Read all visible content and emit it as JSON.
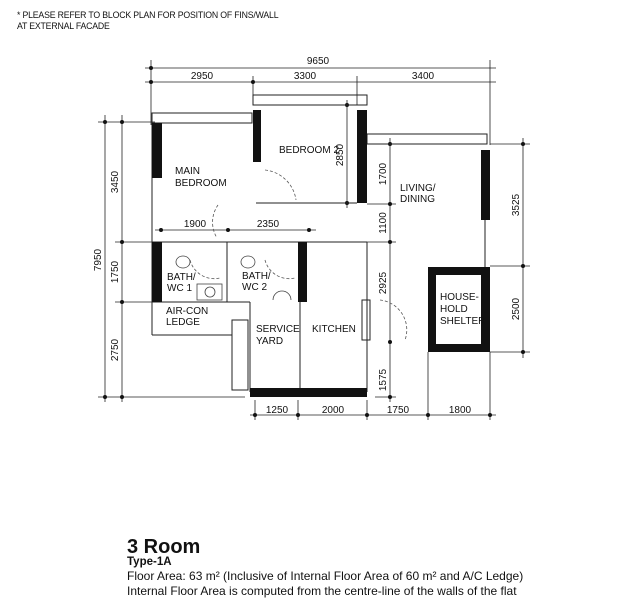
{
  "note": {
    "line1": "* PLEASE REFER TO BLOCK PLAN FOR POSITION  OF FINS/WALL",
    "line2": "AT EXTERNAL FACADE"
  },
  "dimensions": {
    "top_total": "9650",
    "top": [
      "2950",
      "3300",
      "3400"
    ],
    "left_total": "7950",
    "left": [
      "3450",
      "1750",
      "2750"
    ],
    "right": [
      "3525",
      "2500"
    ],
    "inner_vertical": [
      "1700",
      "1100",
      "2925",
      "1575"
    ],
    "inner_horizontal": [
      "1900",
      "2350"
    ],
    "bedroom2_depth": "2850",
    "bottom": [
      "1250",
      "2000",
      "1750",
      "1800"
    ]
  },
  "rooms": {
    "main_bedroom": [
      "MAIN",
      "BEDROOM"
    ],
    "bedroom2": "BEDROOM 2",
    "living": [
      "LIVING/",
      "DINING"
    ],
    "bath1": [
      "BATH/",
      "WC 1"
    ],
    "bath2": [
      "BATH/",
      "WC 2"
    ],
    "aircon": [
      "AIR-CON",
      "LEDGE"
    ],
    "service_yard": [
      "SERVICE",
      "YARD"
    ],
    "kitchen": "KITCHEN",
    "shelter": [
      "HOUSE-",
      "HOLD",
      "SHELTER"
    ]
  },
  "info": {
    "title": "3 Room",
    "type": "Type-1A",
    "floor_area": "Floor Area: 63 m² (Inclusive of Internal Floor Area of 60 m² and A/C Ledge)",
    "internal_note": "Internal Floor Area is computed from the centre-line of the walls of the flat"
  }
}
